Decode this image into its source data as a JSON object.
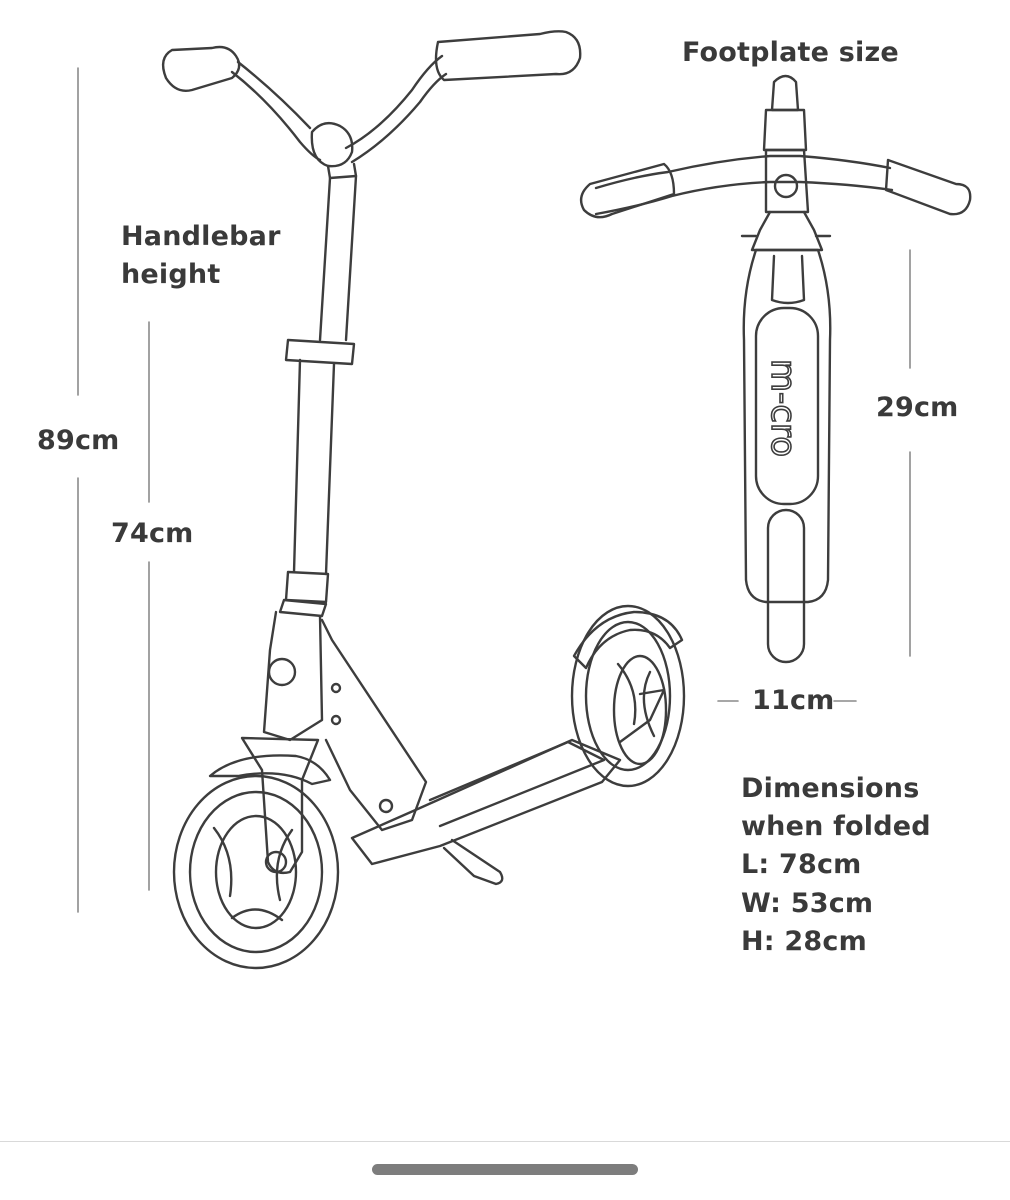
{
  "labels": {
    "footplate_size": "Footplate size",
    "handlebar_height_line1": "Handlebar",
    "handlebar_height_line2": "height",
    "total_height": "89cm",
    "handlebar_height_value": "74cm",
    "footplate_length": "29cm",
    "footplate_width": "11cm",
    "folded_title_line1": "Dimensions",
    "folded_title_line2": "when folded",
    "folded_length": "L: 78cm",
    "folded_width": "W: 53cm",
    "folded_height": "H: 28cm",
    "brand_logo_text": "m-cro"
  },
  "icons": {
    "home_indicator": "home-indicator-bar"
  }
}
